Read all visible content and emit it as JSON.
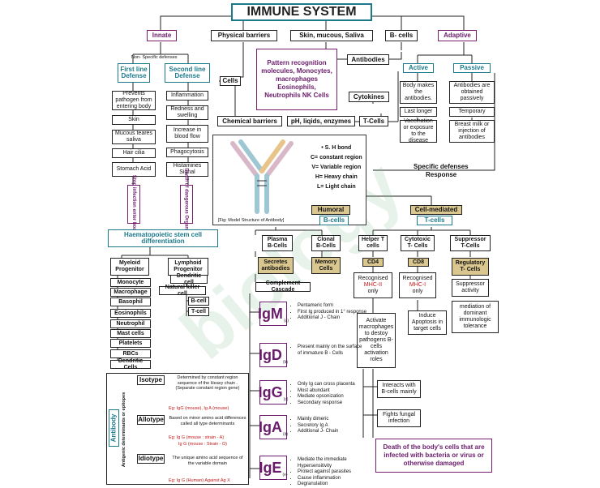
{
  "title": "IMMUNE SYSTEM",
  "top": {
    "innate": "Innate",
    "physical": "Physical barriers",
    "skin": "Skin, mucous, Saliva",
    "bcells": "B- cells",
    "adaptive": "Adaptive"
  },
  "innate": {
    "nonspecific": "Non- Specific defenses",
    "first": "First line Defense",
    "second": "Second line Defense",
    "first_items": [
      "Prevents pathogen from entering body",
      "Skin",
      "Mucous teares saliva",
      "Hair cilia",
      "Stomach Acid"
    ],
    "second_items": [
      "Inflammation",
      "Redness and swelling",
      "Increase in blood flow",
      "Phagocytosis",
      "Histamines Signal"
    ],
    "stop": "Stop infection enter body",
    "death": "Death of dangerous Organisms"
  },
  "mid": {
    "cells": "Cells",
    "pattern": "Pattern recognition molecules, Monocytes, macrophages Eosinophils, Neutrophils NK Cells",
    "antibodies": "Antibodies",
    "cytokines": "Cytokines",
    "chemical": "Chemical barriers",
    "ph": "pH, liqids, enzymes",
    "tcells": "T-Cells"
  },
  "adaptive": {
    "active": "Active",
    "passive": "Passive",
    "active_items": [
      "Body makes the antibodies.",
      "Last longer",
      "Vaccination or exposure to the disease"
    ],
    "passive_items": [
      "Antibodies are obtained passively",
      "Temporary",
      "Breast milk or injection of antibodies"
    ],
    "specific": "Specific defenses",
    "response": "Response"
  },
  "legend": {
    "items": [
      "S. H bond",
      "C= constant region",
      "V= Variable region",
      "H= Heavy chain",
      "L= Light chain"
    ],
    "caption": "[Fig: Model Structure of Antibody]"
  },
  "humoral": {
    "label": "Humoral",
    "sub": "B-cells",
    "plasma": "Plasma B-Cells",
    "clonal": "Clonal B-Cells",
    "secretes": "Secretes antibodies",
    "memory": "Memory Cells",
    "complement": "Complement Cascade"
  },
  "cellmed": {
    "label": "Cell-mediated",
    "sub": "T-cells",
    "helper": "Helper T cells",
    "cyto": "Cytotoxic T- Cells",
    "supp": "Suppressor T-Cells",
    "cd4": "CD4",
    "cd8": "CD8",
    "reg": "Regulatory T- Cells",
    "rec2": "Recognised",
    "mhc2": "MHC-II",
    "only2": "only",
    "rec1": "Recognised",
    "mhc1": "MHC-I",
    "only1": "only",
    "activate": "Activate macrophages to destoy pathogens B- cells activation roles",
    "induce": "Induce Apoptosis in target cells",
    "suppact": "Suppressor activity",
    "mediation": "mediation of dominant immunologic tolerance",
    "interacts": "Interacts with B-cells mainly",
    "fights": "Fights fungal infection",
    "death": "Death of the body's cells that are infected with bacteria or virus or otherwise damaged"
  },
  "haem": {
    "title": "Haematopoietic stem cell differentiation",
    "myeloid": "Myeloid Progenitor",
    "lymphoid": "Lymphoid Progenitor",
    "myeloid_items": [
      "Monocyte",
      "Macrophage",
      "Basophil",
      "Eosinophils",
      "Neutrophil",
      "Mast cells",
      "Platelets",
      "RBCs",
      "Dendritic Cells"
    ],
    "lymphoid_items": [
      "Dendritic cell",
      "Natural killer cell",
      "B-cell",
      "T-cell"
    ]
  },
  "ig": [
    {
      "name": "IgM",
      "sub": "(a)",
      "points": [
        "Pentameric form",
        "First Ig produced in 1° response",
        "Additional J - Chain"
      ]
    },
    {
      "name": "IgD",
      "sub": "(b)",
      "points": [
        "Present mainly on the surface of immature B - Cells"
      ]
    },
    {
      "name": "IgG",
      "sub": "(c)",
      "points": [
        "Only Ig can cross placenta",
        "Most abundant",
        "Mediate opsonization",
        "Secondary response"
      ]
    },
    {
      "name": "IgA",
      "sub": "(d)",
      "points": [
        "Mainly dimeric",
        "Secretory Ig A",
        "Additional J- Chain"
      ]
    },
    {
      "name": "IgE",
      "sub": "(e)",
      "points": [
        "Mediate the immediate Hypersensitivity",
        "Protect against parasites",
        "Cause inflammation",
        "Degranulation"
      ]
    }
  ],
  "antibody": {
    "label": "Antibody",
    "side": "Antigenic determinants or epitopes",
    "isotype": "Isotype",
    "isotype_desc": "Determined by constant region sequence of the Heavy chain .(Separate constant region gene)",
    "isotype_eg": "Eg: IgG (mouse), Ig A (mouse)",
    "allotype": "Allotype",
    "allotype_desc": "Based on minor amino acid differences called all type determinants",
    "allotype_eg1": "Eg: Ig G (mouse : strain - A)",
    "allotype_eg2": "Ig G (mouse : Strain - D)",
    "idiotype": "Idiotype",
    "idiotype_desc": "The unique amino acid sequence of the variable domain",
    "idiotype_eg": "Eg: Ig G (Human) Against Ag X"
  },
  "colors": {
    "purple": "#6a1b6a",
    "teal": "#1d7a8a",
    "red": "#c21818"
  }
}
